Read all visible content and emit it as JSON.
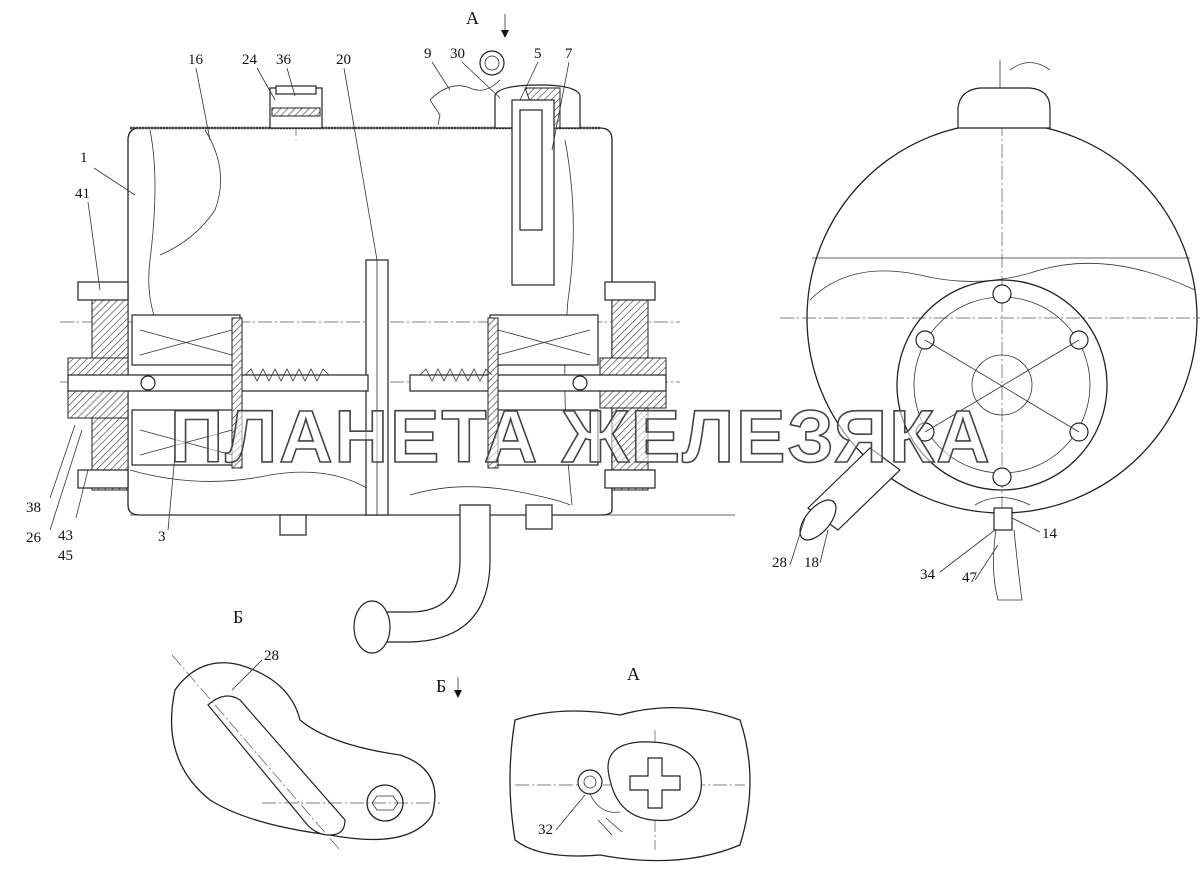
{
  "views": {
    "a_arrow": "А",
    "b_arrow": "Б",
    "b_title": "Б",
    "a_title": "А"
  },
  "labels": {
    "l1": "1",
    "l3": "3",
    "l5": "5",
    "l7": "7",
    "l9": "9",
    "l14": "14",
    "l16": "16",
    "l18": "18",
    "l20": "20",
    "l24": "24",
    "l26": "26",
    "l28_main": "28",
    "l28_b": "28",
    "l30": "30",
    "l32": "32",
    "l34": "34",
    "l36": "36",
    "l38": "38",
    "l41": "41",
    "l43": "43",
    "l45": "45",
    "l47": "47"
  },
  "watermark": "ПЛАНЕТА ЖЕЛЕЗЯКА"
}
